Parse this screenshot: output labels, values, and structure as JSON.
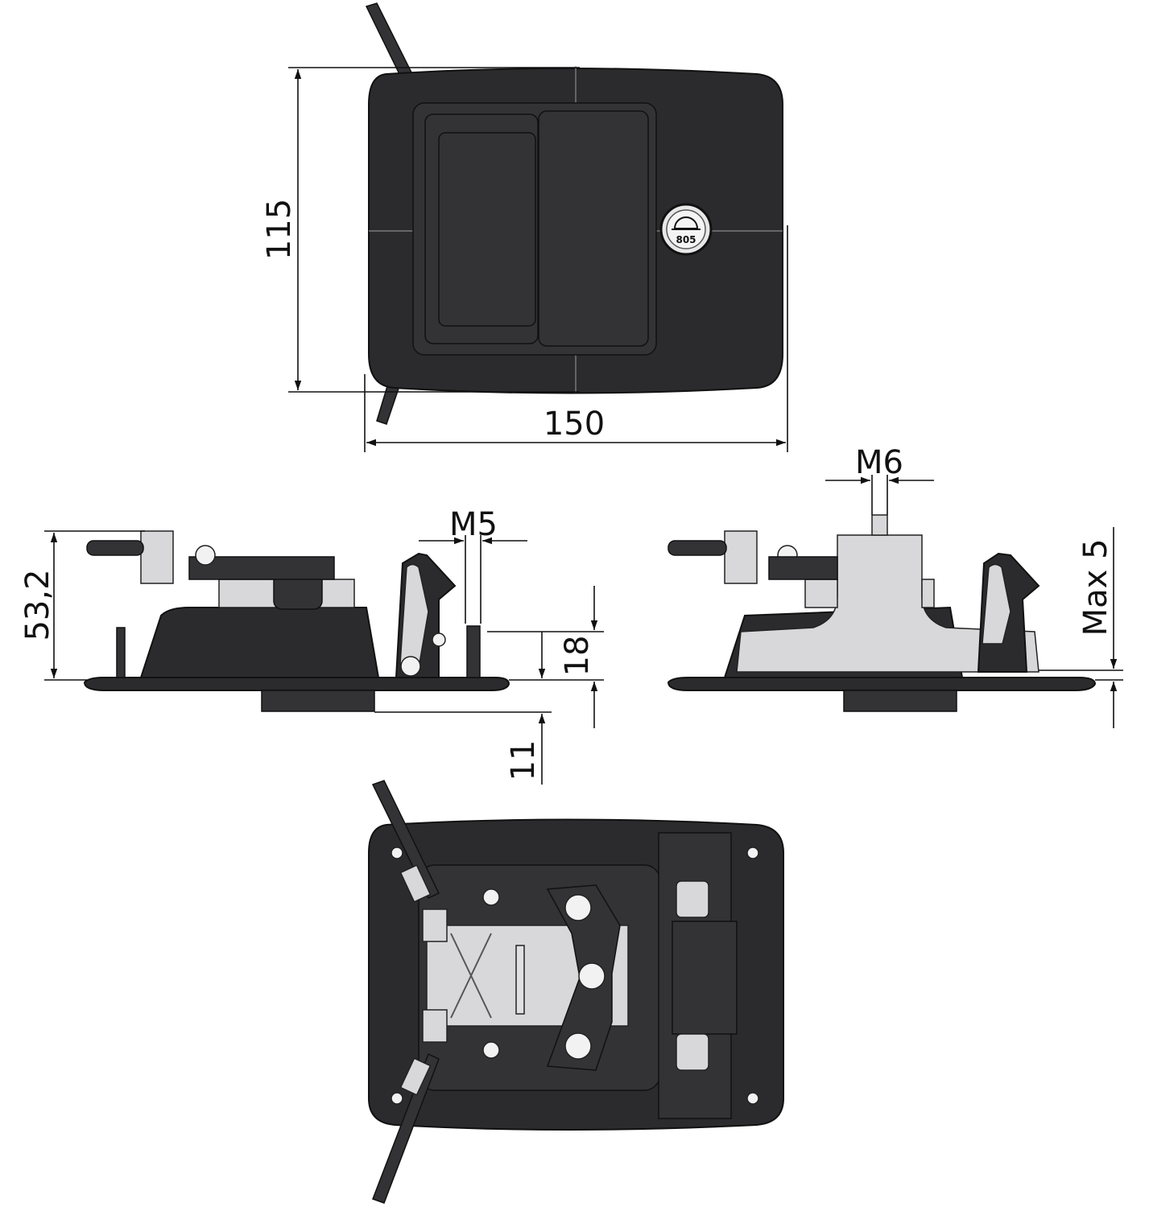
{
  "drawing": {
    "top_view": {
      "width_dim": "150",
      "height_dim": "115",
      "lock_label": "805"
    },
    "side_view_left": {
      "height_dim": "53,2",
      "thread_dim": "M5",
      "depth_dim": "18",
      "handle_dim": "11"
    },
    "side_view_right": {
      "thread_dim": "M6",
      "max_dim": "Max 5"
    }
  },
  "colors": {
    "body": "#2b2b2d",
    "metal": "#d8d8da",
    "line": "#111111"
  }
}
